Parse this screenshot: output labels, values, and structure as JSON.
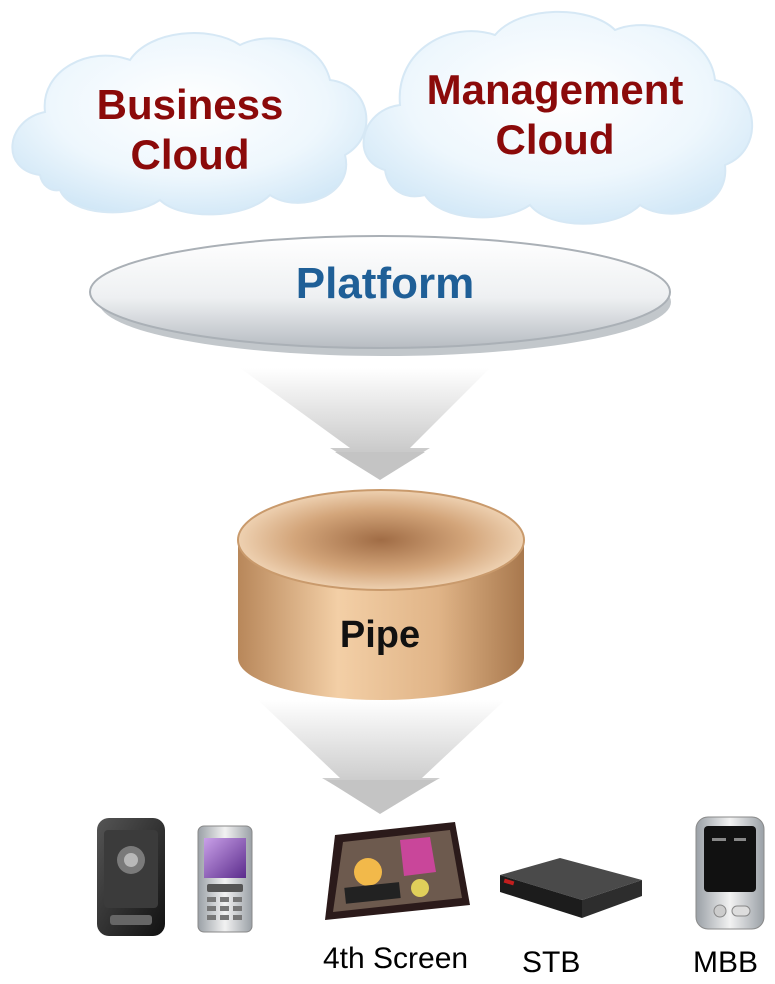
{
  "clouds": [
    {
      "id": "business",
      "lines": [
        "Business",
        "Cloud"
      ]
    },
    {
      "id": "management",
      "lines": [
        "Management",
        "Cloud"
      ]
    }
  ],
  "platform": {
    "label": "Platform"
  },
  "pipe": {
    "label": "Pipe"
  },
  "devices": [
    {
      "name": "smartphone-icon"
    },
    {
      "name": "feature-phone-icon"
    },
    {
      "name": "tablet-icon",
      "label": "4th Screen"
    },
    {
      "name": "set-top-box-icon",
      "label": "STB"
    },
    {
      "name": "mobile-broadband-router-icon",
      "label": "MBB"
    }
  ],
  "colors": {
    "cloud_text": "#8b0a0a",
    "platform_text": "#1f5f97",
    "pipe_fill": "#d9a978",
    "cloud_fill": "#e3f1fb"
  }
}
